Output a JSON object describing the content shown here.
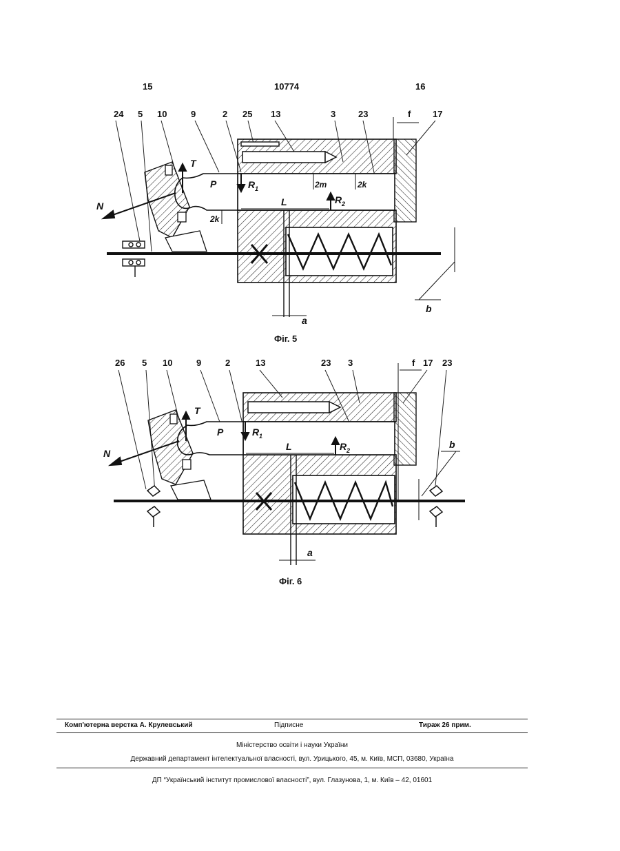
{
  "header": {
    "left": "15",
    "center": "10774",
    "right": "16"
  },
  "fig5": {
    "caption": "Фіг. 5",
    "labels": [
      "24",
      "5",
      "10",
      "9",
      "2",
      "25",
      "13",
      "3",
      "23",
      "f",
      "17"
    ],
    "symbols": {
      "T": "T",
      "P": "P",
      "R1": "R",
      "R1sub": "1",
      "R2": "R",
      "R2sub": "2",
      "N": "N",
      "L": "L",
      "m2": "2m",
      "k2a": "2k",
      "k2b": "2k",
      "a": "a",
      "b": "b"
    }
  },
  "fig6": {
    "caption": "Фіг. 6",
    "labels": [
      "26",
      "5",
      "10",
      "9",
      "2",
      "13",
      "23",
      "3",
      "f",
      "17",
      "23"
    ],
    "symbols": {
      "T": "T",
      "P": "P",
      "R1": "R",
      "R1sub": "1",
      "R2": "R",
      "R2sub": "2",
      "N": "N",
      "L": "L",
      "a": "a",
      "b": "b"
    }
  },
  "footer": {
    "layout_by": "Комп'ютерна верстка А. Крулевський",
    "signed": "Підписне",
    "copies": "Тираж 26 прим.",
    "ministry": "Міністерство освіти і науки України",
    "department": "Державний департамент інтелектуальної власності, вул. Урицького, 45, м. Київ, МСП, 03680, Україна",
    "institute": "ДП “Український інститут промислової власності”, вул. Глазунова, 1, м. Київ – 42, 01601"
  }
}
